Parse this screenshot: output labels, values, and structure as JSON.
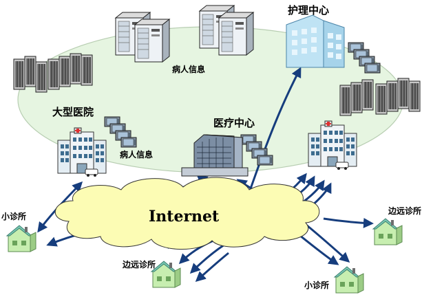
{
  "labels": {
    "nursing_center": "护理中心",
    "patient_info_top": "病人信息",
    "large_hospital": "大型医院",
    "patient_info_left": "病人信息",
    "medical_center": "医疗中心",
    "internet": "Internet",
    "small_clinic_left": "小诊所",
    "remote_clinic_right": "边远诊所",
    "remote_clinic_bottom": "边远诊所",
    "small_clinic_bottom": "小诊所"
  },
  "colors": {
    "ring_fill": "#e6f5e1",
    "cloud_fill": "#fcfcb4",
    "arrow": "#163d7d",
    "house_green": "#c7eeb0",
    "house_roof": "#79c8b3",
    "building_blue": "#bfe3f4"
  },
  "icons": [
    "server-rack-icon",
    "monitor-stack-icon",
    "hospital-building-icon",
    "office-building-icon",
    "clinic-house-icon"
  ]
}
